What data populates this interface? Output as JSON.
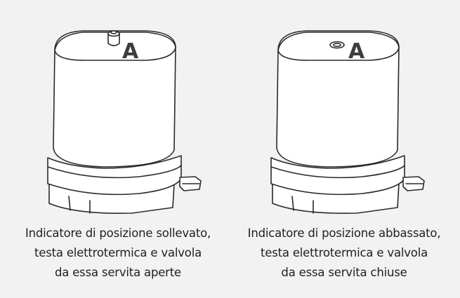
{
  "figures": [
    {
      "state": "open",
      "part_label": "A",
      "caption_lines": [
        "Indicatore di posizione sollevato,",
        "testa elettrotermica e valvola",
        "da essa servita aperte"
      ]
    },
    {
      "state": "closed",
      "part_label": "A",
      "caption_lines": [
        "Indicatore di posizione abbassato,",
        "testa elettrotermica e valvola",
        "da essa servita chiuse"
      ]
    }
  ],
  "colors": {
    "background": "#f2f2f2",
    "line": "#2a2a2a",
    "body": "#ffffff",
    "letter": "#3d3d3d"
  }
}
